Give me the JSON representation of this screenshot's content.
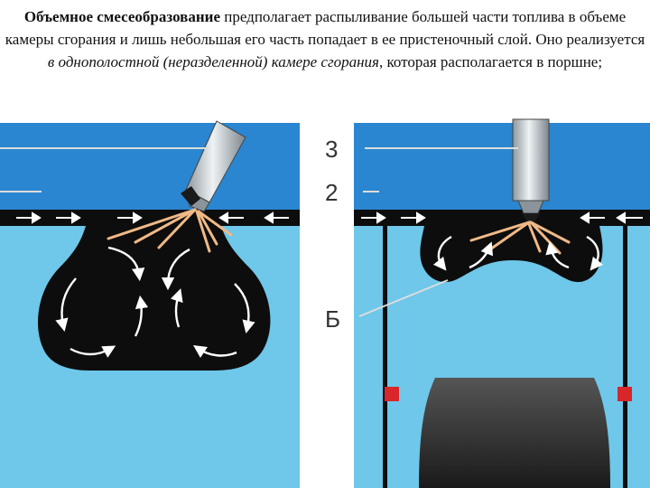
{
  "paragraph": {
    "term_bold": "Объемное смесеобразование",
    "part1": " предполагает распыливание большей части топлива в объеме камеры сгорания и лишь небольшая его часть попадает в ее пристеночный слой. Оно реализуется ",
    "term_italic": "в однополостной (неразделенной) камере сгорания",
    "part2": ", которая располагается в поршне;"
  },
  "labels": {
    "label_3": "3",
    "label_2": "2",
    "label_b": "Б"
  },
  "colors": {
    "head_blue": "#2a86d0",
    "piston_blue": "#6fc7ea",
    "chamber": "#0d0d0d",
    "injector": "#b9c3c9",
    "spray": "#f0b987",
    "marker": "#d9262a"
  }
}
